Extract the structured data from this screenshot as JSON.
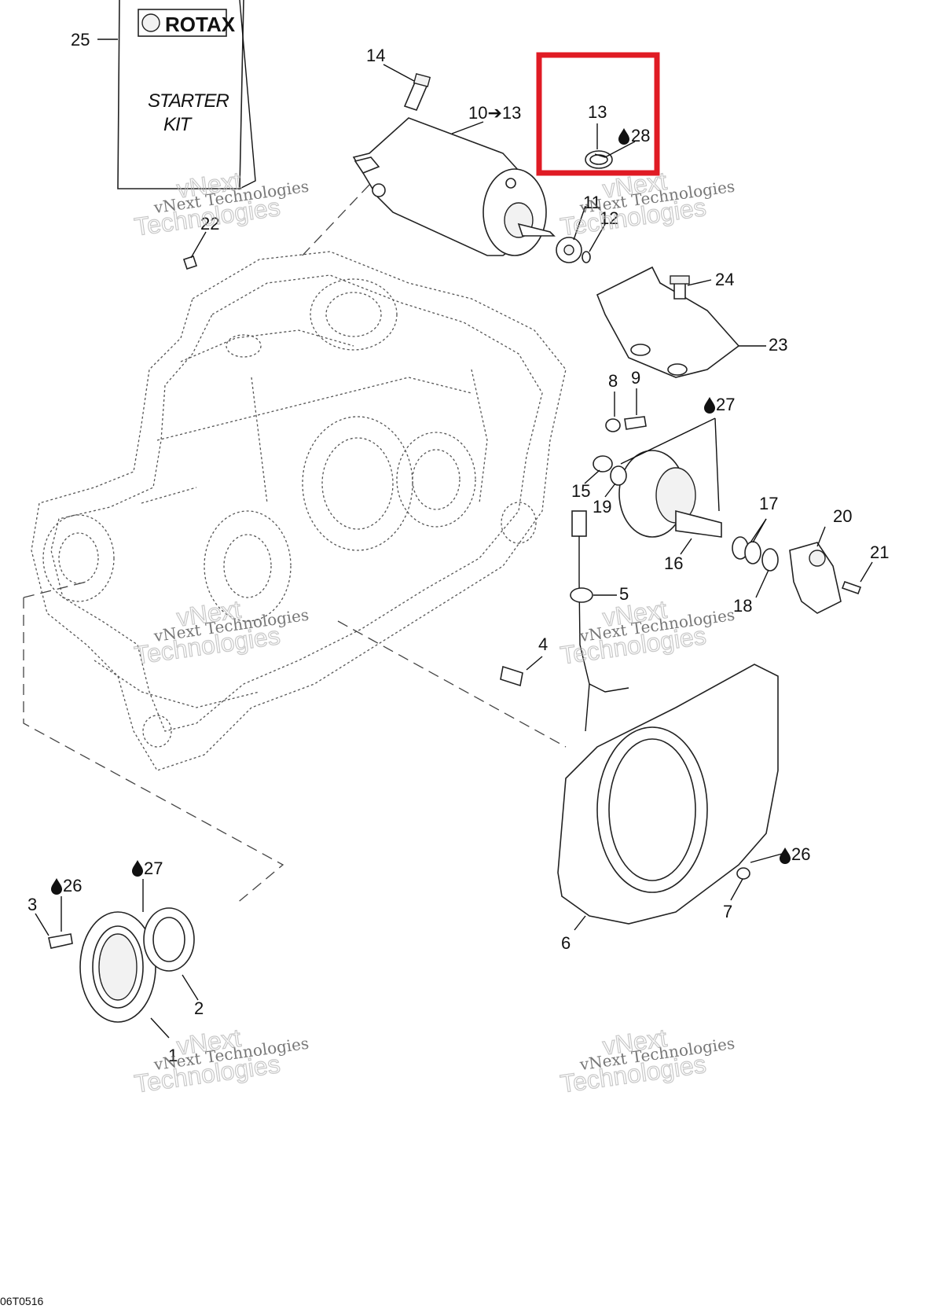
{
  "kit": {
    "brand": "ROTAX",
    "title_line1": "STARTER",
    "title_line2": "KIT"
  },
  "callouts": {
    "c1": "1",
    "c2": "2",
    "c3": "3",
    "c4": "4",
    "c5": "5",
    "c6": "6",
    "c7": "7",
    "c8": "8",
    "c9": "9",
    "c10_13": "10➔13",
    "c11": "11",
    "c12": "12",
    "c13": "13",
    "c14": "14",
    "c15": "15",
    "c16": "16",
    "c17": "17",
    "c18": "18",
    "c19": "19",
    "c20": "20",
    "c21": "21",
    "c22": "22",
    "c23": "23",
    "c24": "24",
    "c25": "25"
  },
  "lubricant_refs": {
    "l28_top": "28",
    "l27_gear": "27",
    "l27_bottom": "27",
    "l26_left": "26",
    "l26_right": "26"
  },
  "watermark": {
    "line1": "vNext Technologies",
    "line2": "Technologies",
    "line3": "vNext"
  },
  "diagram_code": "06T0516",
  "highlight": {
    "color": "#e01b24",
    "target": "13"
  }
}
